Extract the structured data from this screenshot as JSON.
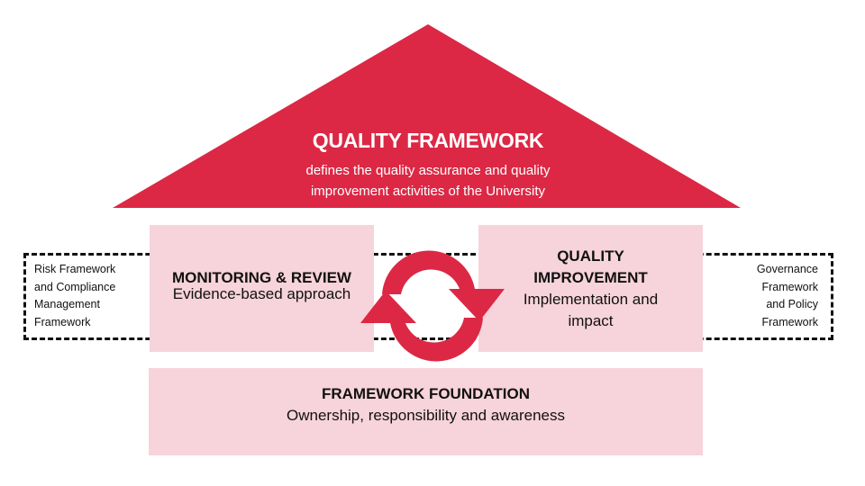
{
  "roof": {
    "title": "QUALITY FRAMEWORK",
    "subtitle_line1": "defines the quality assurance and quality",
    "subtitle_line2": "improvement activities of the University",
    "color": "#dc2845"
  },
  "pillars": {
    "monitoring": {
      "title": "MONITORING & REVIEW",
      "subtitle": "Evidence-based approach"
    },
    "improvement": {
      "title_line1": "QUALITY",
      "title_line2": "IMPROVEMENT",
      "subtitle_line1": "Implementation and",
      "subtitle_line2": "impact"
    },
    "color": "#f7d3db"
  },
  "foundation": {
    "title": "FRAMEWORK FOUNDATION",
    "subtitle": "Ownership, responsibility and awareness"
  },
  "surrounding_frameworks": {
    "left": [
      "Risk Framework",
      "and Compliance",
      "Management",
      "Framework"
    ],
    "right": [
      "Governance",
      "Framework",
      "and Policy",
      "Framework"
    ]
  },
  "icons": {
    "cycle": "refresh-cycle-arrows-icon"
  }
}
